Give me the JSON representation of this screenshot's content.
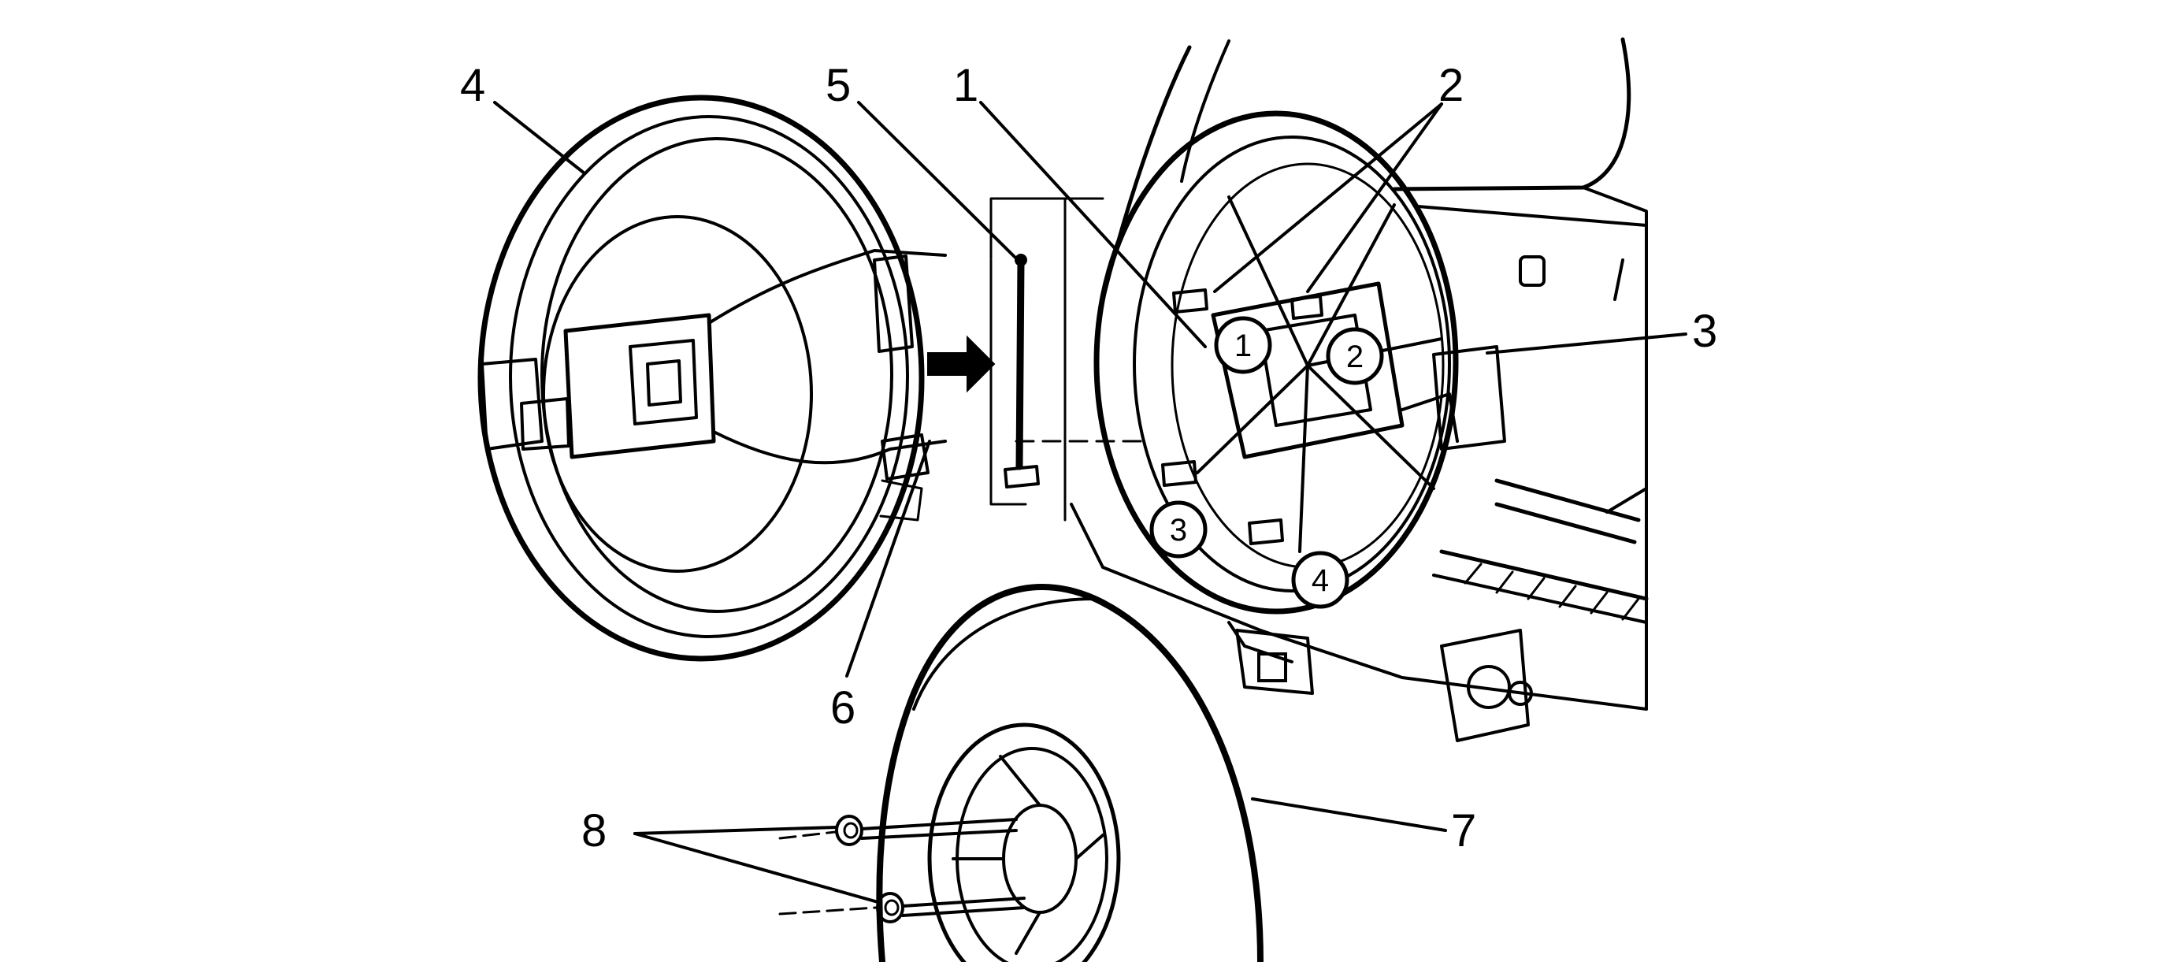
{
  "diagram": {
    "callouts": {
      "c1": "1",
      "c2": "2",
      "c3": "3",
      "c4": "4",
      "c5": "5",
      "c6": "6",
      "c7": "7",
      "c8": "8"
    },
    "sequence": {
      "s1": "1",
      "s2": "2",
      "s3": "3",
      "s4": "4"
    },
    "icons": [
      "direction-arrow-icon"
    ]
  }
}
